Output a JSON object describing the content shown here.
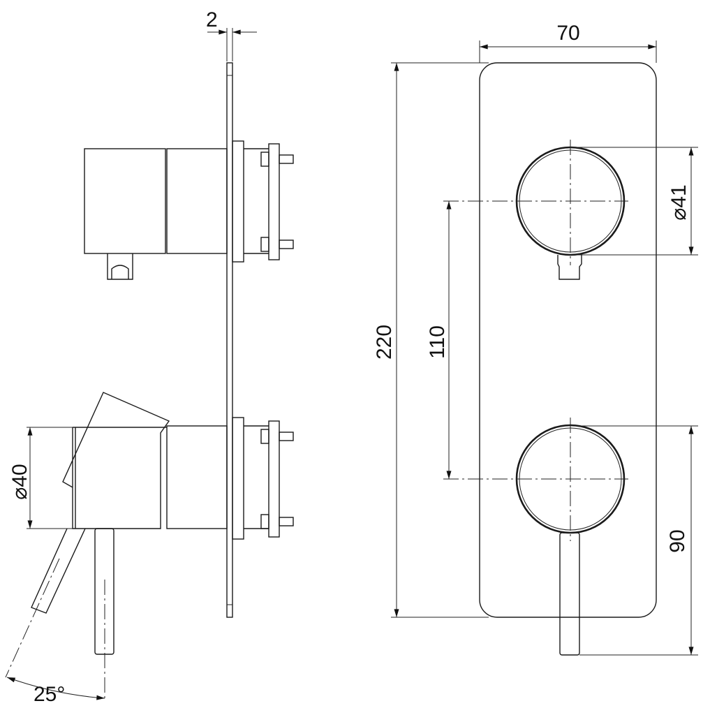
{
  "drawing": {
    "title": "Wall mixer with diverter dimensions",
    "dimensions": {
      "plate_thickness": "2",
      "plate_width": "70",
      "plate_height": "220",
      "centre_distance": "110",
      "knob_diameter": "⌀41",
      "body_diameter": "⌀40",
      "lever_offset": "90",
      "lever_angle": "25°"
    }
  }
}
